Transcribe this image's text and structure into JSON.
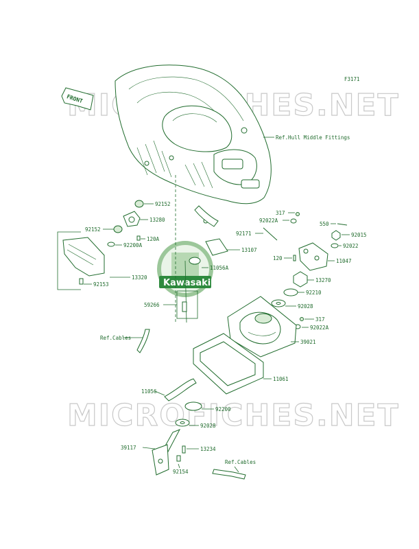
{
  "figure_code": "F3171",
  "front_label": "FRONT",
  "watermark": "MICROFICHES.NET",
  "logo_text": "Kawasaki",
  "refs": {
    "hull": "Ref.Hull Middle Fittings",
    "cables_left": "Ref.Cables",
    "cables_bottom": "Ref.Cables"
  },
  "parts": {
    "p92152a": "92152",
    "p13280": "13280",
    "p92152b": "92152",
    "p120A": "120A",
    "p92200A": "92200A",
    "p13320": "13320",
    "p92153": "92153",
    "p13107": "13107",
    "p11056A": "11056A",
    "p59266": "59266",
    "p92171": "92171",
    "p317a": "317",
    "p92022Aa": "92022A",
    "p550": "550",
    "p92015": "92015",
    "p92022": "92022",
    "p120": "120",
    "p11047": "11047",
    "p13270": "13270",
    "p92210": "92210",
    "p92028a": "92028",
    "p317b": "317",
    "p92022Ab": "92022A",
    "p39021": "39021",
    "p11061": "11061",
    "p11056": "11056",
    "p92200": "92200",
    "p92028b": "92028",
    "p39117": "39117",
    "p13234": "13234",
    "p92154": "92154"
  }
}
